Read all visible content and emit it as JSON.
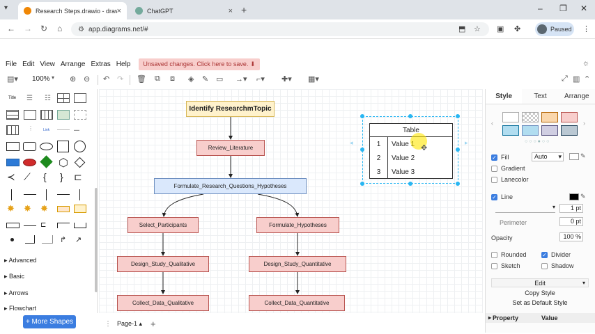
{
  "browser": {
    "tabs": [
      {
        "title": "Research Steps.drawio - draw.io",
        "active": true,
        "favicon_color": "#f08705"
      },
      {
        "title": "ChatGPT",
        "active": false,
        "favicon_color": "#74aa9c"
      }
    ],
    "url": "app.diagrams.net/#",
    "profile_status": "Paused"
  },
  "menu": {
    "items": [
      "File",
      "Edit",
      "View",
      "Arrange",
      "Extras",
      "Help"
    ],
    "unsaved": "Unsaved changes. Click here to save."
  },
  "toolbar": {
    "zoom": "100%"
  },
  "sidebar": {
    "title_label": "Title",
    "categories": [
      "Advanced",
      "Basic",
      "Arrows",
      "Flowchart"
    ],
    "more_shapes": "+ More Shapes"
  },
  "diagram": {
    "title": "Identify ResearchmTopic",
    "nodes": {
      "review": "Review_Literature",
      "formulate_rq": "Formulate_Research_Questions_Hypotheses",
      "select": "Select_Participants",
      "formulate_h": "Formulate_Hypotheses",
      "design_qual": "Design_Study_Qualitative",
      "design_quant": "Design_Study_Quantitative",
      "collect_qual": "Collect_Data_Qualitative",
      "collect_quant": "Collect_Data_Quantitative"
    },
    "table": {
      "header": "Table",
      "rows": [
        {
          "num": "1",
          "value": "Value 1"
        },
        {
          "num": "2",
          "value": "Value 2"
        },
        {
          "num": "3",
          "value": "Value 3"
        }
      ]
    }
  },
  "pages": {
    "current": "Page-1"
  },
  "panel": {
    "tabs": [
      "Style",
      "Text",
      "Arrange"
    ],
    "fill_label": "Fill",
    "fill_mode": "Auto",
    "gradient_label": "Gradient",
    "lanecolor_label": "Lanecolor",
    "line_label": "Line",
    "line_width": "1 pt",
    "perimeter_label": "Perimeter",
    "perimeter_value": "0 pt",
    "opacity_label": "Opacity",
    "opacity_value": "100 %",
    "rounded_label": "Rounded",
    "divider_label": "Divider",
    "sketch_label": "Sketch",
    "shadow_label": "Shadow",
    "edit_label": "Edit",
    "copy_style": "Copy Style",
    "set_default": "Set as Default Style",
    "property_col": "Property",
    "value_col": "Value",
    "swatches": [
      "#ffffff",
      "#dddddd",
      "#fad7ac",
      "#f8cecc",
      "#b1ddf0",
      "#b1ddf0",
      "#d0cee2",
      "#bac8d3"
    ]
  }
}
